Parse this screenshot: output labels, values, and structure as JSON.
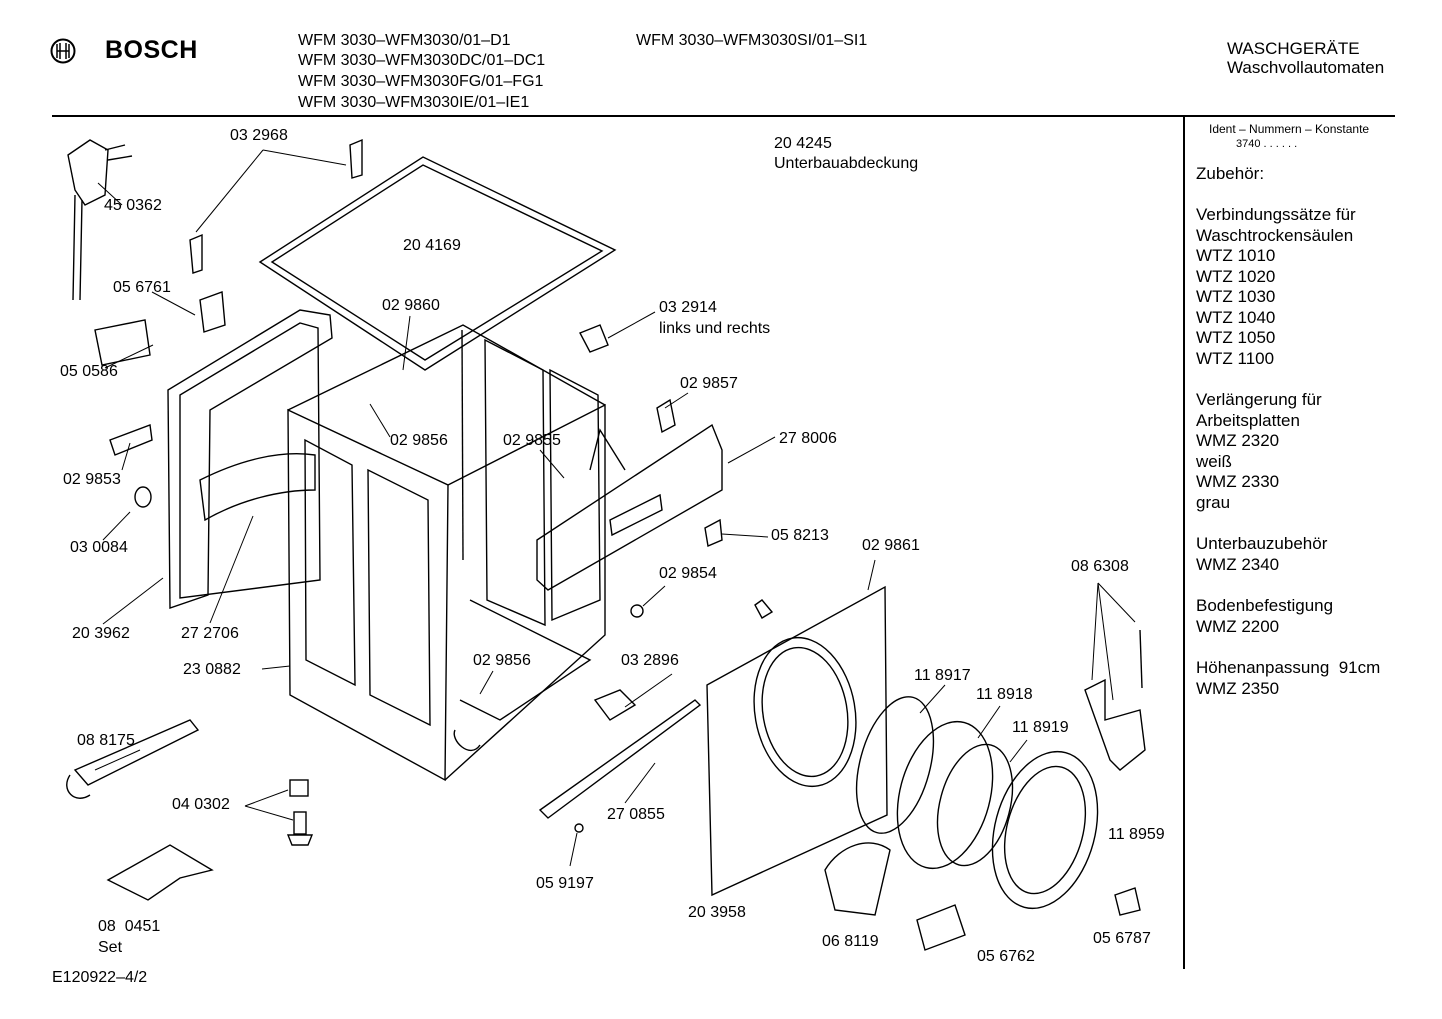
{
  "header": {
    "brand": "BOSCH",
    "models_left": [
      "WFM 3030–WFM3030/01–D1",
      "WFM 3030–WFM3030DC/01–DC1",
      "WFM 3030–WFM3030FG/01–FG1",
      "WFM 3030–WFM3030IE/01–IE1"
    ],
    "model_right": "WFM 3030–WFM3030SI/01–SI1",
    "category_1": "WASCHGERÄTE",
    "category_2": "Waschvollautomaten"
  },
  "sidebar": {
    "ident_label": "Ident – Nummern – Konstante",
    "ident_value": "3740 . . . . . .",
    "accessories_title": "Zubehör:",
    "groups": [
      {
        "lines": [
          "Verbindungssätze für",
          "Waschtrockensäulen",
          "WTZ 1010",
          "WTZ 1020",
          "WTZ 1030",
          "WTZ 1040",
          "WTZ 1050",
          "WTZ 1100"
        ]
      },
      {
        "lines": [
          "Verlängerung für",
          "Arbeitsplatten",
          "WMZ 2320",
          "weiß",
          "WMZ 2330",
          "grau"
        ]
      },
      {
        "lines": [
          "Unterbauzubehör",
          "WMZ 2340"
        ]
      },
      {
        "lines": [
          "Bodenbefestigung",
          "WMZ 2200"
        ]
      },
      {
        "lines": [
          "Höhenanpassung  91cm",
          "WMZ 2350"
        ]
      }
    ]
  },
  "parts": {
    "p032968": "03 2968",
    "p450362": "45 0362",
    "p204169": "20 4169",
    "p204245": "20 4245",
    "p204245_desc": "Unterbauabdeckung",
    "p056761": "05 6761",
    "p029860": "02 9860",
    "p032914": "03 2914",
    "p032914_desc": "links und rechts",
    "p050586": "05 0586",
    "p029857": "02 9857",
    "p029856a": "02 9856",
    "p029855": "02 9855",
    "p278006": "27 8006",
    "p029853": "02 9853",
    "p030084": "03 0084",
    "p058213": "05 8213",
    "p029861": "02 9861",
    "p029854": "02 9854",
    "p086308": "08 6308",
    "p203962": "20 3962",
    "p272706": "27 2706",
    "p230882": "23 0882",
    "p029856b": "02 9856",
    "p032896": "03 2896",
    "p118917": "11 8917",
    "p118918": "11 8918",
    "p118919": "11 8919",
    "p088175": "08 8175",
    "p040302": "04 0302",
    "p270855": "27 0855",
    "p118959": "11 8959",
    "p059197": "05 9197",
    "p203958": "20 3958",
    "p080451": "08  0451",
    "p080451_desc": "Set",
    "p068119": "06 8119",
    "p056762": "05 6762",
    "p056787": "05 6787"
  },
  "footer": {
    "drawing_id": "E120922–4/2"
  }
}
